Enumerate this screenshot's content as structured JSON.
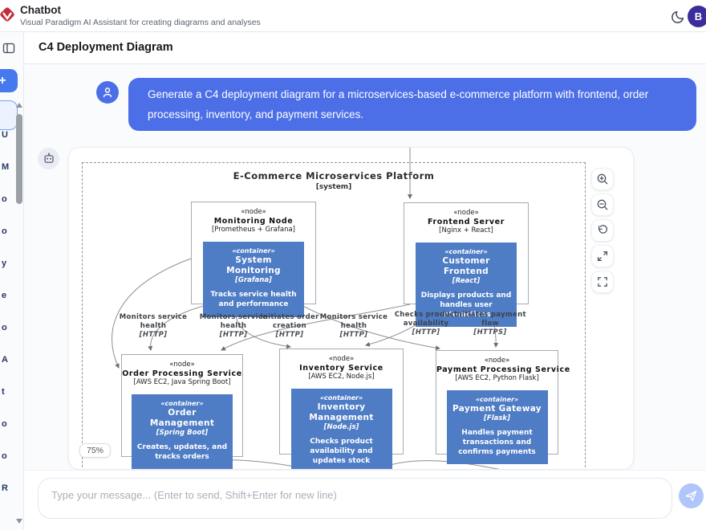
{
  "header": {
    "app_title": "Chatbot",
    "app_subtitle": "Visual Paradigm AI Assistant for creating diagrams and analyses",
    "avatar_letter": "B"
  },
  "page": {
    "title": "C4 Deployment Diagram"
  },
  "sidebar": {
    "new_chat_label": "+",
    "item_fragments": [
      "U",
      "M",
      "o",
      "o",
      "y",
      "e",
      "o",
      "A",
      "t",
      "o",
      "o",
      "R"
    ]
  },
  "chat": {
    "user_message": "Generate a C4 deployment diagram for a microservices-based e-commerce platform with frontend, order processing, inventory, and payment services."
  },
  "diagram": {
    "title": "E-Commerce Microservices Platform",
    "subtitle": "[system]",
    "zoom_level": "75%",
    "nodes": [
      {
        "stereotype": "«node»",
        "name": "Monitoring Node",
        "tech": "[Prometheus + Grafana]",
        "container": {
          "stereotype": "«container»",
          "name": "System Monitoring",
          "tech": "[Grafana]",
          "desc": "Tracks service health and performance"
        }
      },
      {
        "stereotype": "«node»",
        "name": "Frontend Server",
        "tech": "[Nginx + React]",
        "container": {
          "stereotype": "«container»",
          "name": "Customer Frontend",
          "tech": "[React]",
          "desc": "Displays products and handles user interactions"
        }
      },
      {
        "stereotype": "«node»",
        "name": "Order Processing Service",
        "tech": "[AWS EC2, Java Spring Boot]",
        "container": {
          "stereotype": "«container»",
          "name": "Order Management",
          "tech": "[Spring Boot]",
          "desc": "Creates, updates, and tracks orders"
        }
      },
      {
        "stereotype": "«node»",
        "name": "Inventory Service",
        "tech": "[AWS EC2, Node.js]",
        "container": {
          "stereotype": "«container»",
          "name": "Inventory Management",
          "tech": "[Node.js]",
          "desc": "Checks product availability and updates stock"
        }
      },
      {
        "stereotype": "«node»",
        "name": "Payment Processing Service",
        "tech": "[AWS EC2, Python Flask]",
        "container": {
          "stereotype": "«container»",
          "name": "Payment Gateway",
          "tech": "[Flask]",
          "desc": "Handles payment transactions and confirms payments"
        }
      }
    ],
    "edges": [
      {
        "label": "Monitors service health",
        "protocol": "[HTTP]"
      },
      {
        "label": "Monitors service health",
        "protocol": "[HTTP]"
      },
      {
        "label": "Initiates order creation",
        "protocol": "[HTTP]"
      },
      {
        "label": "Monitors service health",
        "protocol": "[HTTP]"
      },
      {
        "label": "Checks product availability",
        "protocol": "[HTTP]"
      },
      {
        "label": "Initiates payment flow",
        "protocol": "[HTTPS]"
      }
    ]
  },
  "composer": {
    "placeholder": "Type your message... (Enter to send, Shift+Enter for new line)"
  },
  "colors": {
    "accent_blue": "#4c6fe8",
    "container_blue": "#4e7cc5",
    "avatar_purple": "#3b2d9b",
    "new_chat_blue": "#4678ee"
  }
}
